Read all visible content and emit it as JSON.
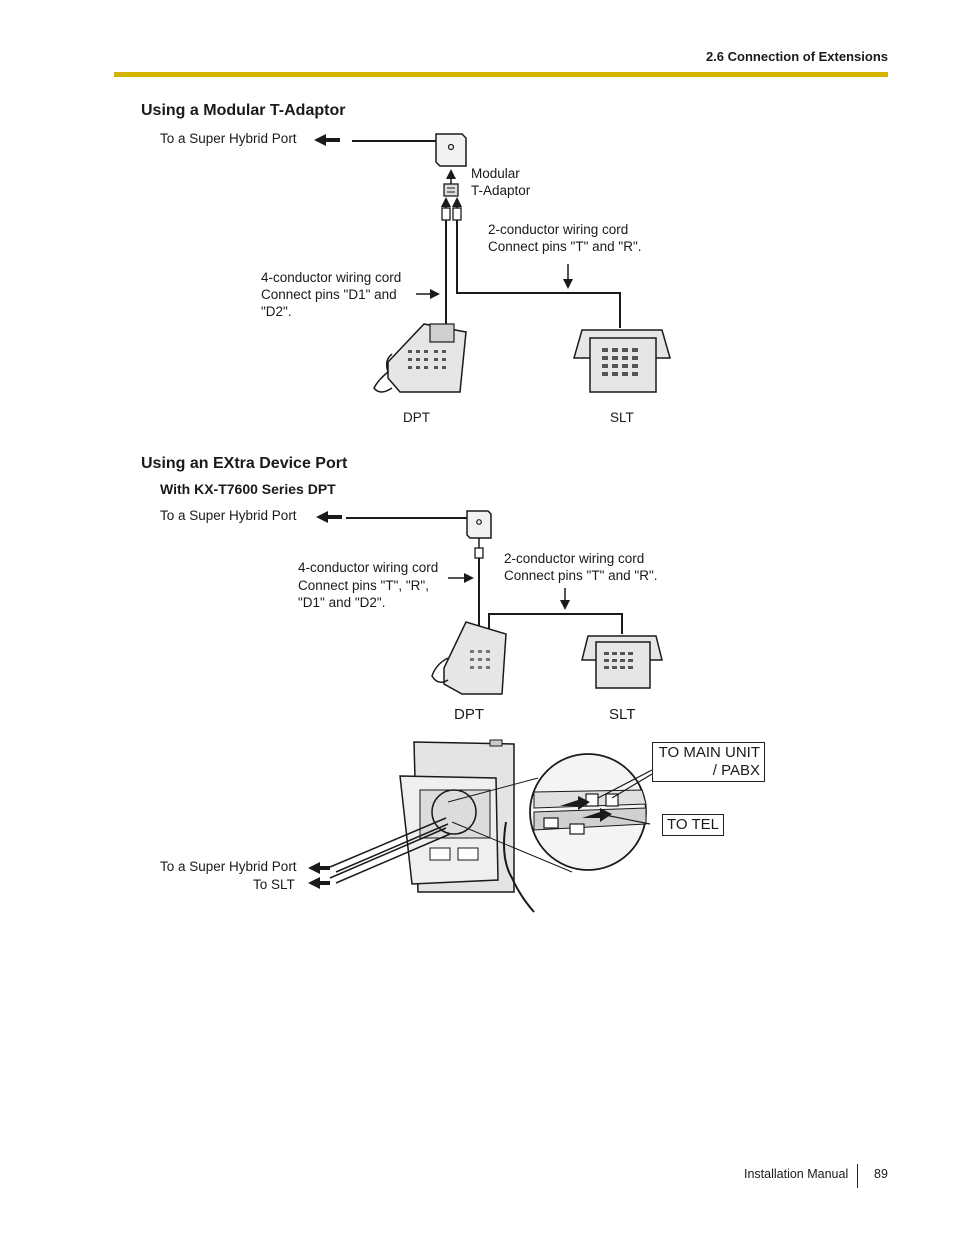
{
  "header": {
    "section_title": "2.6 Connection of Extensions"
  },
  "section1": {
    "heading": "Using a Modular T-Adaptor",
    "to_port": "To a Super Hybrid Port",
    "modular_line1": "Modular",
    "modular_line2": "T-Adaptor",
    "cord2_line1": "2-conductor wiring cord",
    "cord2_line2": "Connect pins \"T\" and \"R\".",
    "cord4_line1": "4-conductor wiring cord",
    "cord4_line2": "Connect pins \"D1\" and",
    "cord4_line3": "\"D2\".",
    "dpt": "DPT",
    "slt": "SLT"
  },
  "section2": {
    "heading": "Using an EXtra Device Port",
    "subheading": "With KX-T7600 Series DPT",
    "to_port": "To a Super Hybrid Port",
    "cord4_line1": "4-conductor wiring cord",
    "cord4_line2": "Connect pins \"T\", \"R\",",
    "cord4_line3": "\"D1\" and \"D2\".",
    "cord2_line1": "2-conductor wiring cord",
    "cord2_line2": "Connect pins \"T\" and \"R\".",
    "dpt": "DPT",
    "slt": "SLT",
    "to_main_line1": "TO MAIN UNIT",
    "to_main_line2": "/ PABX",
    "to_tel": "TO TEL",
    "bottom_port": "To a Super Hybrid Port",
    "bottom_slt": "To SLT"
  },
  "footer": {
    "manual": "Installation Manual",
    "page": "89"
  },
  "colors": {
    "accent_rule": "#d4b400",
    "ink": "#1a1a1a",
    "device_fill": "#e6e6e6"
  }
}
